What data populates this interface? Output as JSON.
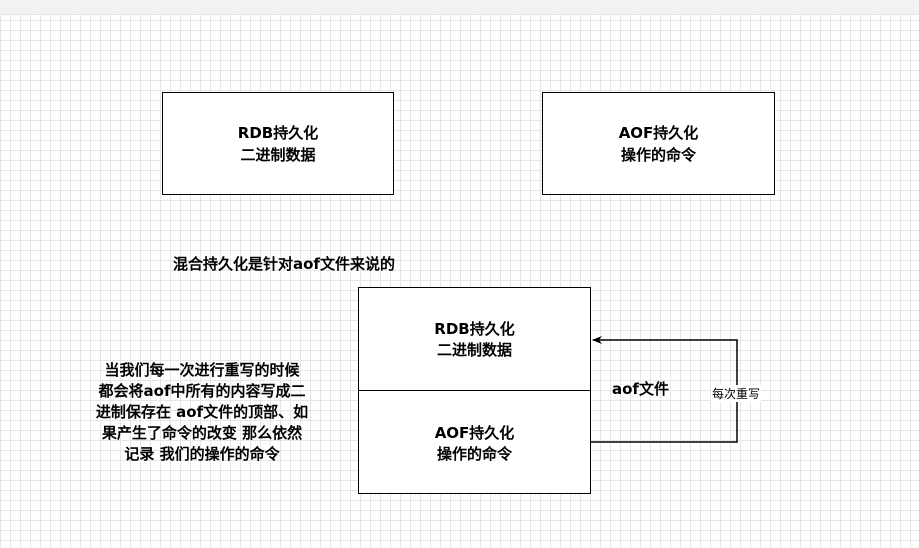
{
  "top_boxes": {
    "rdb": {
      "line1": "RDB持久化",
      "line2": "二进制数据"
    },
    "aof": {
      "line1": "AOF持久化",
      "line2": "操作的命令"
    }
  },
  "mixed_heading": "混合持久化是针对aof文件来说的",
  "combined_file": {
    "rdb_section": {
      "line1": "RDB持久化",
      "line2": "二进制数据"
    },
    "aof_section": {
      "line1": "AOF持久化",
      "line2": "操作的命令"
    },
    "side_label": "aof文件",
    "rewrite_label": "每次重写"
  },
  "explanation_lines": [
    "当我们每一次进行重写的时候",
    "都会将aof中所有的内容写成二",
    "进制保存在 aof文件的顶部、如",
    "果产生了命令的改变  那么依然",
    "记录 我们的操作的命令"
  ]
}
